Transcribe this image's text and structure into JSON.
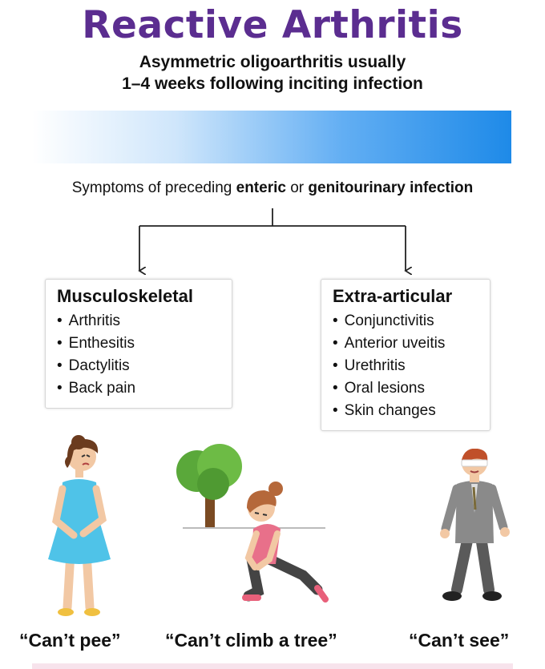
{
  "title": "Reactive Arthritis",
  "subtitle": {
    "line1": "Asymmetric oligoarthritis usually",
    "line2": "1–4 weeks following inciting infection"
  },
  "symptoms": {
    "prefix": "Symptoms of preceding ",
    "term1": "enteric",
    "middle": " or ",
    "term2": "genitourinary infection"
  },
  "cards": {
    "musculoskeletal": {
      "title": "Musculoskeletal",
      "items": [
        "Arthritis",
        "Enthesitis",
        "Dactylitis",
        "Back pain"
      ]
    },
    "extra_articular": {
      "title": "Extra-articular",
      "items": [
        "Conjunctivitis",
        "Anterior uveitis",
        "Urethritis",
        "Oral lesions",
        "Skin changes"
      ]
    }
  },
  "captions": {
    "pee": "“Can’t pee”",
    "tree": "“Can’t climb a tree”",
    "see": "“Can’t see”"
  },
  "colors": {
    "title": "#5b2d90",
    "bar_end": "#1e8ae8"
  }
}
